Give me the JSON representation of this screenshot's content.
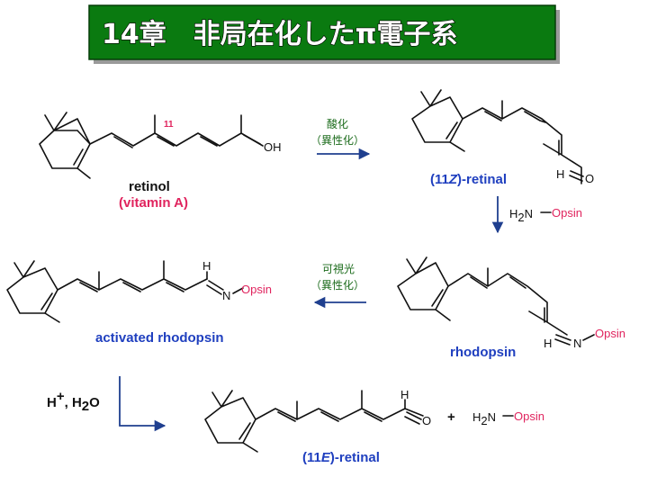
{
  "title": {
    "text": "14章　非局在化したπ電子系",
    "color": "#0a7a10"
  },
  "molecules": {
    "retinol": {
      "name": "retinol",
      "alias": "(vitamin A)",
      "oh": "OH",
      "locant": "11"
    },
    "cis_retinal": {
      "name_open": "(11",
      "name_isomer": "Z",
      "name_close": ")-retinal",
      "h": "H",
      "o": "O"
    },
    "rhodopsin": {
      "name": "rhodopsin",
      "h": "H",
      "n": "N",
      "opsin": "Opsin"
    },
    "activated": {
      "name": "activated rhodopsin",
      "h": "H",
      "n": "N",
      "opsin": "Opsin"
    },
    "trans_retinal": {
      "name_open": "(11",
      "name_isomer": "E",
      "name_close": ")-retinal",
      "h": "H",
      "o": "O"
    }
  },
  "steps": {
    "oxidation": {
      "line1": "酸化",
      "line2": "（異性化）"
    },
    "amine": {
      "prefix": "H",
      "sub": "2",
      "n": "N",
      "opsin": "Opsin"
    },
    "light": {
      "line1": "可視光",
      "line2": "（異性化）"
    },
    "hydrolysis": {
      "h": "H",
      "sup": "+",
      "sep": ", H",
      "sub": "2",
      "o": "O"
    },
    "plus": "+",
    "opsin_product": {
      "prefix": "H",
      "sub": "2",
      "n": "N",
      "opsin": "Opsin"
    }
  },
  "colors": {
    "pink": "#e0245e",
    "blue": "#1f3fbf",
    "green": "#1b6b1b",
    "arrow": "#1f3f8f"
  }
}
